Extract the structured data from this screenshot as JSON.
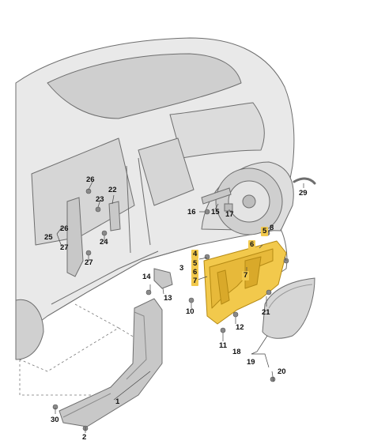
{
  "colors": {
    "line": "#6e6e6e",
    "body_fill": "#e9e9e9",
    "body_shade": "#d2d2d2",
    "glass": "#cfcfcf",
    "part_fill": "#c8c8c8",
    "part_dark": "#8a8a8a",
    "highlight": "#f2c94c",
    "highlight_edge": "#b58a14",
    "flap_shade": "#d9a92a"
  },
  "labels": {
    "n1": "1",
    "n2": "2",
    "n3": "3",
    "n4": "4",
    "n5a": "5",
    "n5b": "5",
    "n6a": "6",
    "n6b": "6",
    "n7a": "7",
    "n7b": "7",
    "n8": "8",
    "n10": "10",
    "n11": "11",
    "n12": "12",
    "n13": "13",
    "n14": "14",
    "n15": "15",
    "n16": "16",
    "n17": "17",
    "n18": "18",
    "n19": "19",
    "n20": "20",
    "n21": "21",
    "n22": "22",
    "n23": "23",
    "n24": "24",
    "n25": "25",
    "n26a": "26",
    "n26b": "26",
    "n27a": "27",
    "n27b": "27",
    "n29": "29",
    "n30": "30"
  }
}
